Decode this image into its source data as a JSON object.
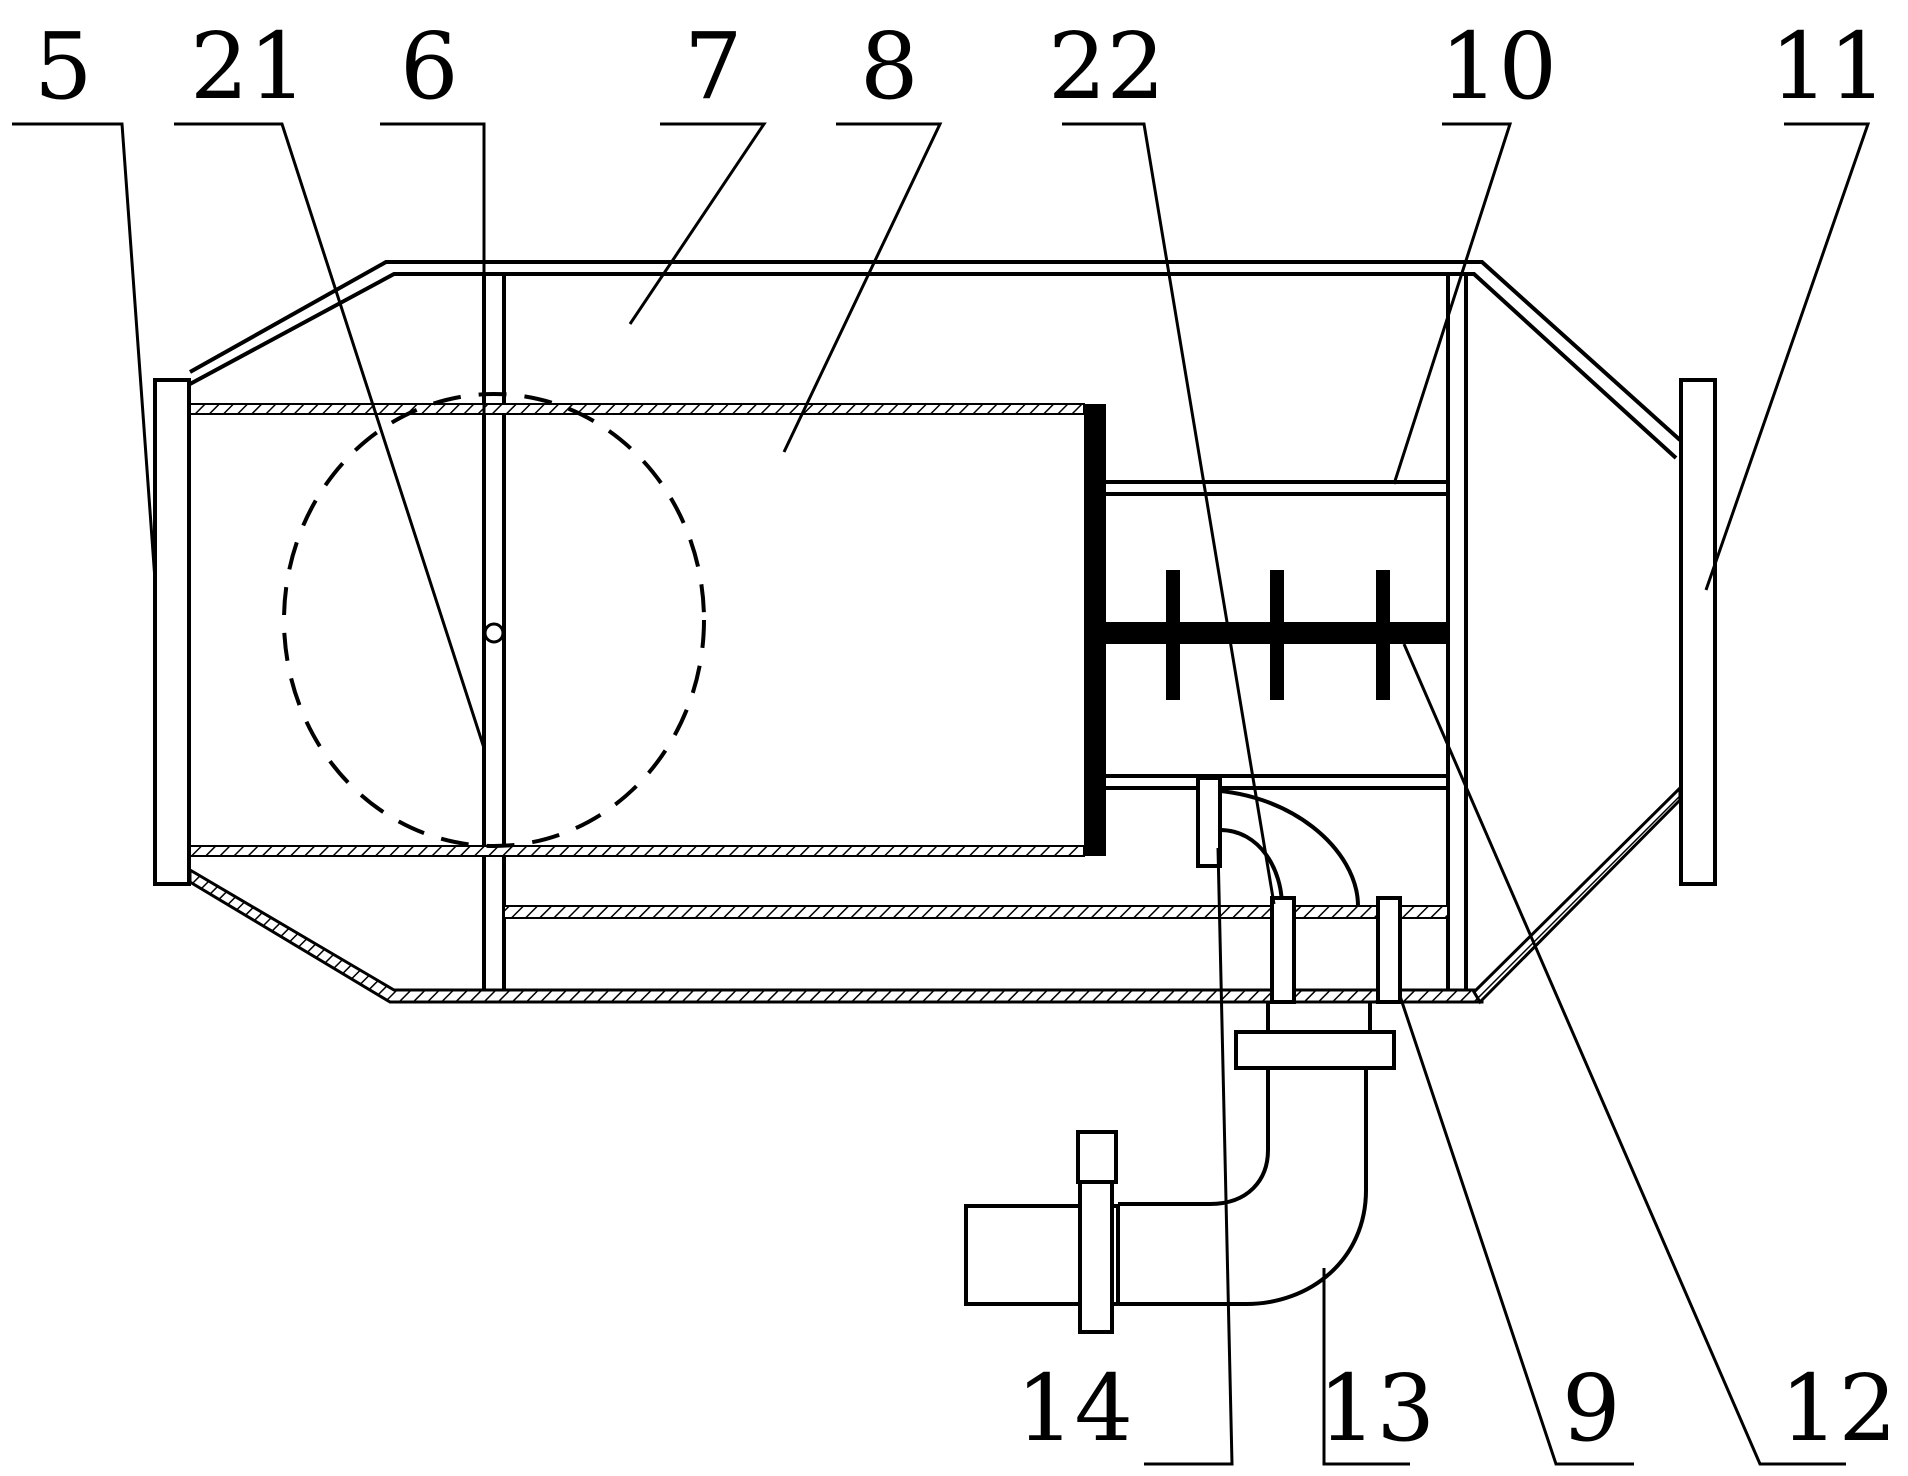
{
  "labels": {
    "l5": "5",
    "l21": "21",
    "l6": "6",
    "l7": "7",
    "l8": "8",
    "l22": "22",
    "l10": "10",
    "l11": "11",
    "l14": "14",
    "l13": "13",
    "l9": "9",
    "l12": "12"
  }
}
